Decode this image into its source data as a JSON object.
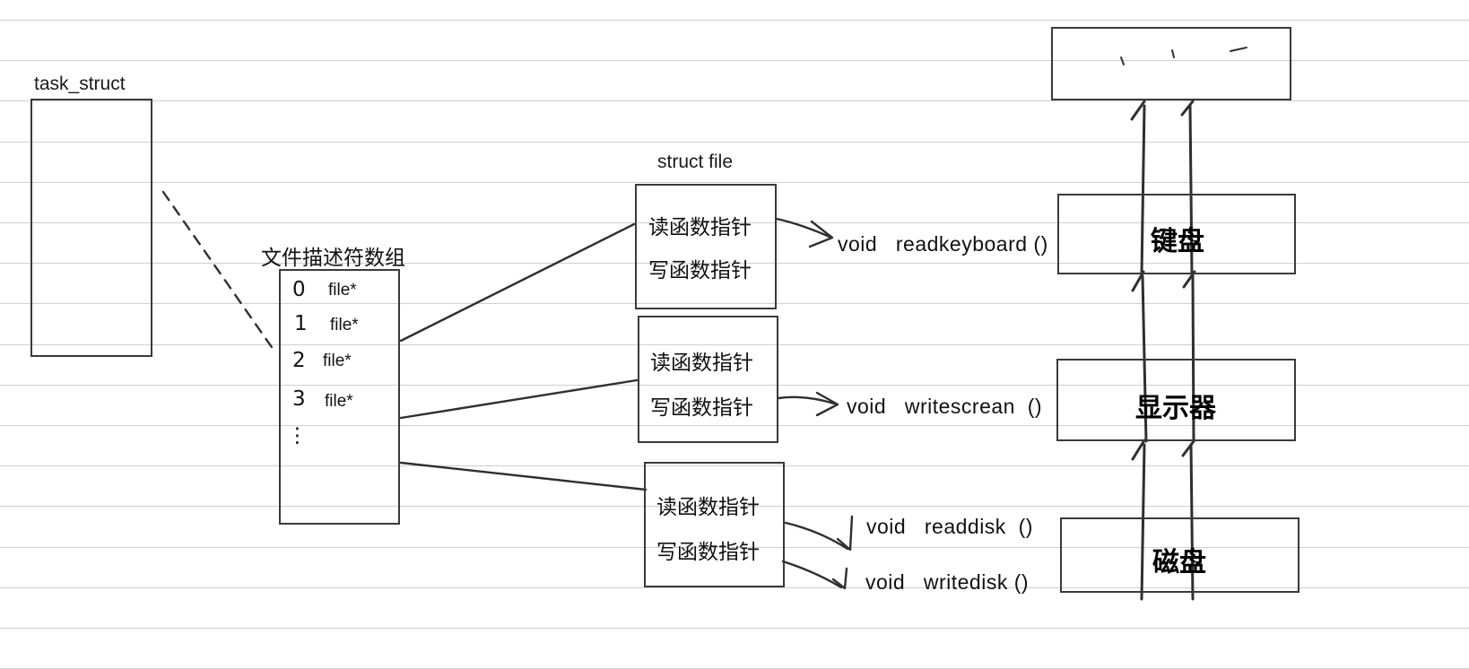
{
  "page": {
    "title": "task_struct file descriptor to device diagram",
    "background": "#ffffff",
    "rule_color": "#cfcfcf",
    "stroke_color": "#2f2f2f"
  },
  "task_struct": {
    "label": "task_struct"
  },
  "fd_array": {
    "label": "文件描述符数组",
    "entries": [
      {
        "index": "0",
        "value": "file*"
      },
      {
        "index": "1",
        "value": "file*"
      },
      {
        "index": "2",
        "value": "file*"
      },
      {
        "index": "3",
        "value": "file*"
      }
    ],
    "ellipsis": "⋮"
  },
  "struct_file": {
    "label": "struct file",
    "instances": [
      {
        "read_field": "读函数指针",
        "write_field": "写函数指针"
      },
      {
        "read_field": "读函数指针",
        "write_field": "写函数指针"
      },
      {
        "read_field": "读函数指针",
        "write_field": "写函数指针"
      }
    ]
  },
  "functions": [
    {
      "return_type": "void",
      "name": "readkeyboard",
      "parens": "()"
    },
    {
      "return_type": "void",
      "name": "writescrean",
      "parens": "()"
    },
    {
      "return_type": "void",
      "name": "readdisk",
      "parens": "()"
    },
    {
      "return_type": "void",
      "name": "writedisk",
      "parens": "()"
    }
  ],
  "devices": [
    {
      "name": ""
    },
    {
      "name": "键盘"
    },
    {
      "name": "显示器"
    },
    {
      "name": "磁盘"
    }
  ]
}
